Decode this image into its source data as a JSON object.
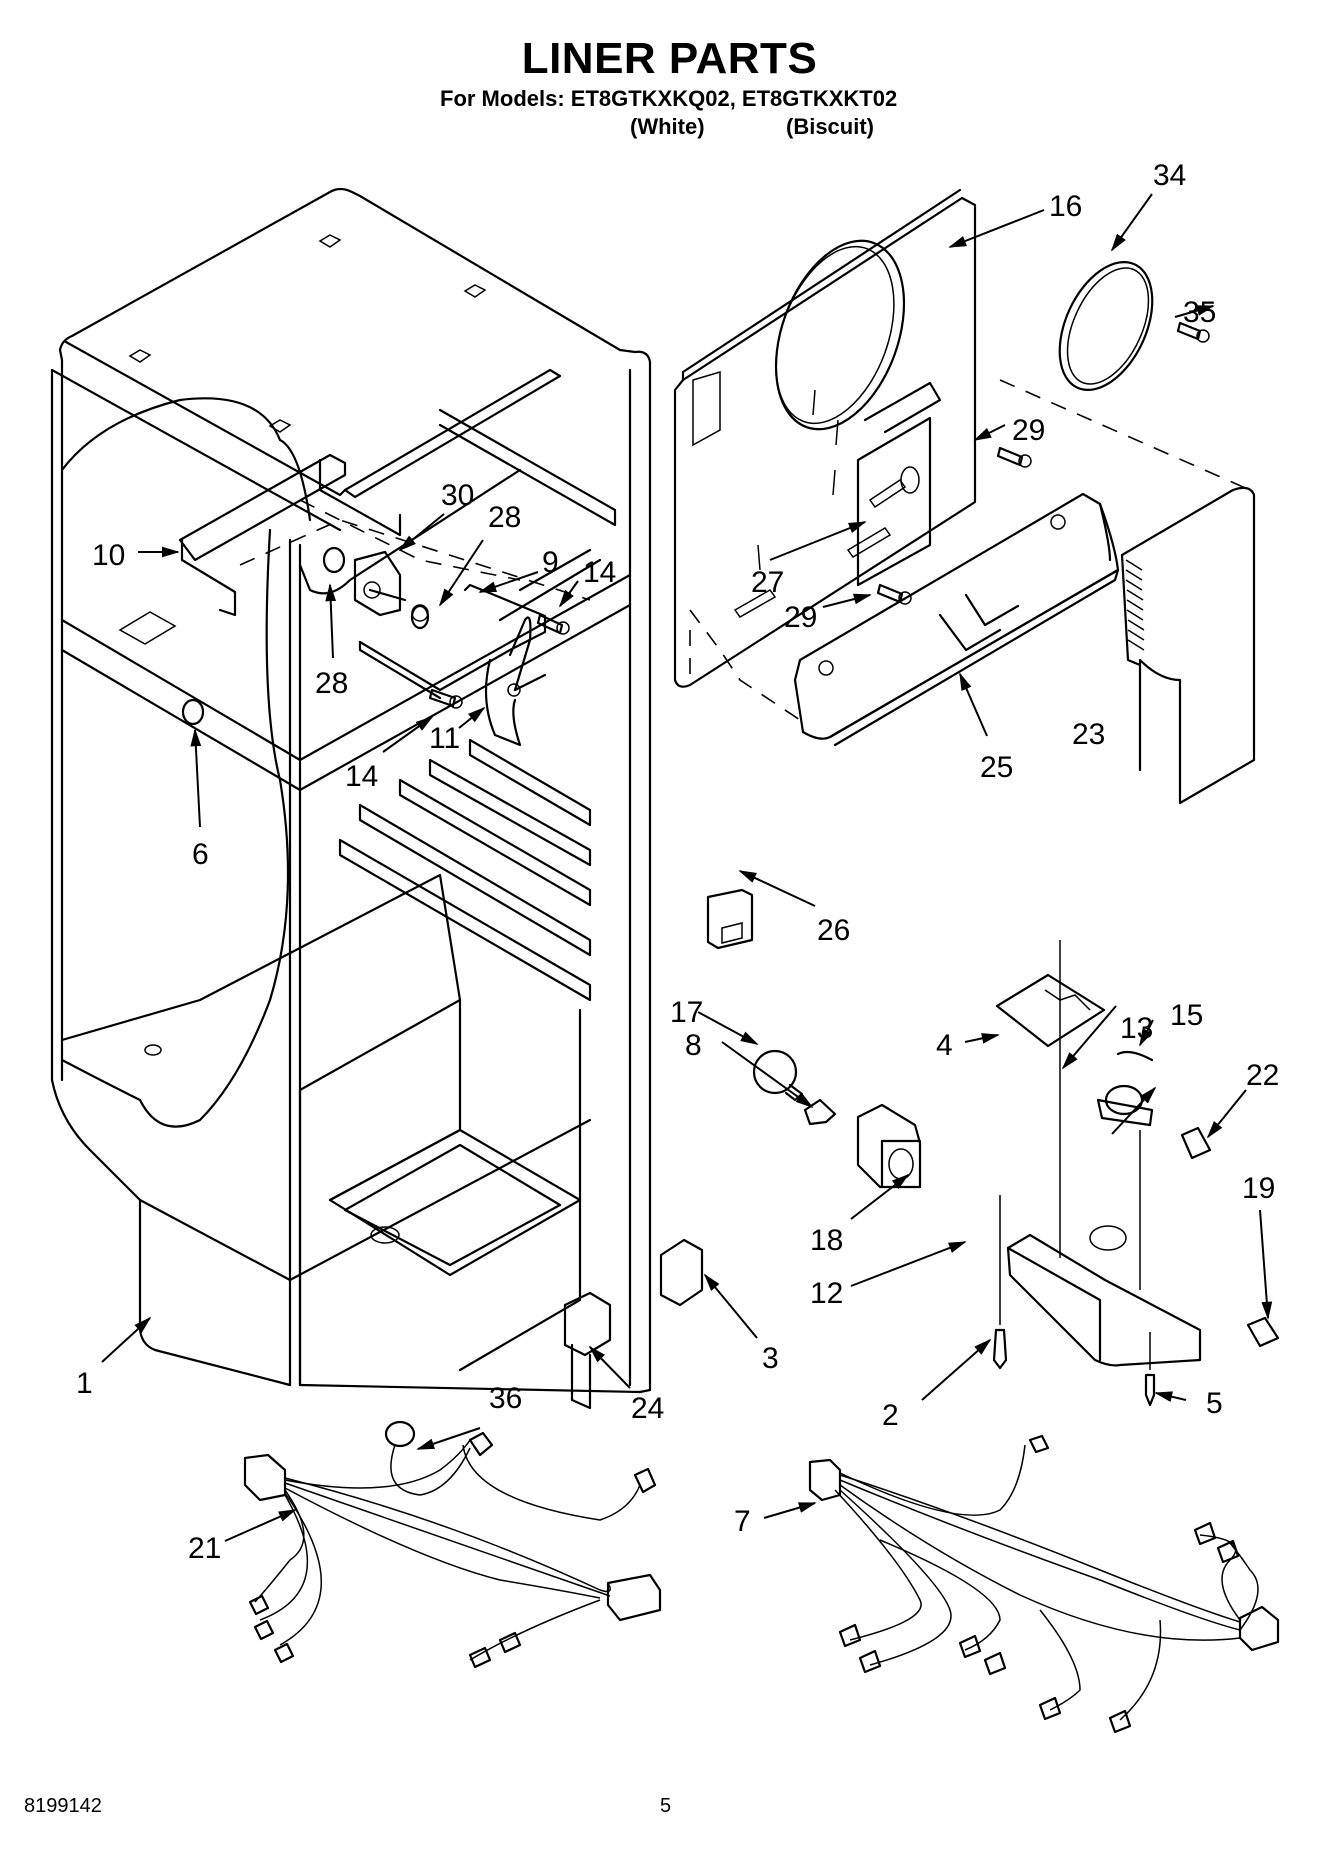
{
  "header": {
    "title": "LINER PARTS",
    "models_line": "For Models: ET8GTKXKQ02, ET8GTKXKT02",
    "variants": [
      "(White)",
      "(Biscuit)"
    ]
  },
  "footer": {
    "document_number": "8199142",
    "page_number": "5"
  },
  "diagram": {
    "type": "exploded-parts",
    "callouts": [
      {
        "id": "c1",
        "label": "1"
      },
      {
        "id": "c2",
        "label": "2"
      },
      {
        "id": "c3",
        "label": "3"
      },
      {
        "id": "c4",
        "label": "4"
      },
      {
        "id": "c5",
        "label": "5"
      },
      {
        "id": "c6",
        "label": "6"
      },
      {
        "id": "c7",
        "label": "7"
      },
      {
        "id": "c8",
        "label": "8"
      },
      {
        "id": "c9",
        "label": "9"
      },
      {
        "id": "c10",
        "label": "10"
      },
      {
        "id": "c11",
        "label": "11"
      },
      {
        "id": "c12",
        "label": "12"
      },
      {
        "id": "c13",
        "label": "13"
      },
      {
        "id": "c14a",
        "label": "14"
      },
      {
        "id": "c14b",
        "label": "14"
      },
      {
        "id": "c15",
        "label": "15"
      },
      {
        "id": "c16",
        "label": "16"
      },
      {
        "id": "c17",
        "label": "17"
      },
      {
        "id": "c18",
        "label": "18"
      },
      {
        "id": "c19",
        "label": "19"
      },
      {
        "id": "c21",
        "label": "21"
      },
      {
        "id": "c22",
        "label": "22"
      },
      {
        "id": "c23",
        "label": "23"
      },
      {
        "id": "c24",
        "label": "24"
      },
      {
        "id": "c25",
        "label": "25"
      },
      {
        "id": "c26",
        "label": "26"
      },
      {
        "id": "c27",
        "label": "27"
      },
      {
        "id": "c28a",
        "label": "28"
      },
      {
        "id": "c28b",
        "label": "28"
      },
      {
        "id": "c29a",
        "label": "29"
      },
      {
        "id": "c29b",
        "label": "29"
      },
      {
        "id": "c30",
        "label": "30"
      },
      {
        "id": "c34",
        "label": "34"
      },
      {
        "id": "c35",
        "label": "35"
      },
      {
        "id": "c36",
        "label": "36"
      }
    ]
  }
}
